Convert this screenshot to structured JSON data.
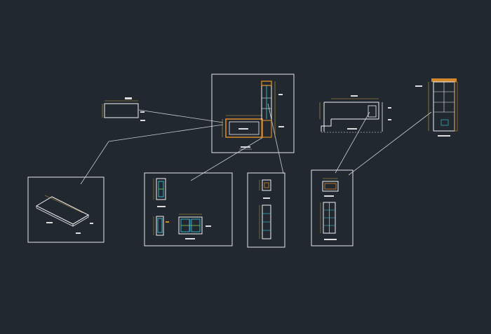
{
  "colors": {
    "background": "#212830",
    "frame": "#e6e6e6",
    "leader": "#c8cdd2",
    "outline": "#f2f2f2",
    "wood": "#d4882c",
    "dimension": "#c9a43a",
    "cyan": "#3fd0e6",
    "green": "#7ed957",
    "blue": "#4a7fd6"
  },
  "views": [
    "plan-top-left",
    "plan-center",
    "elevation-right",
    "shelf-elevation",
    "iso-panel",
    "detail-sheet",
    "column-detail",
    "unit-detail"
  ]
}
